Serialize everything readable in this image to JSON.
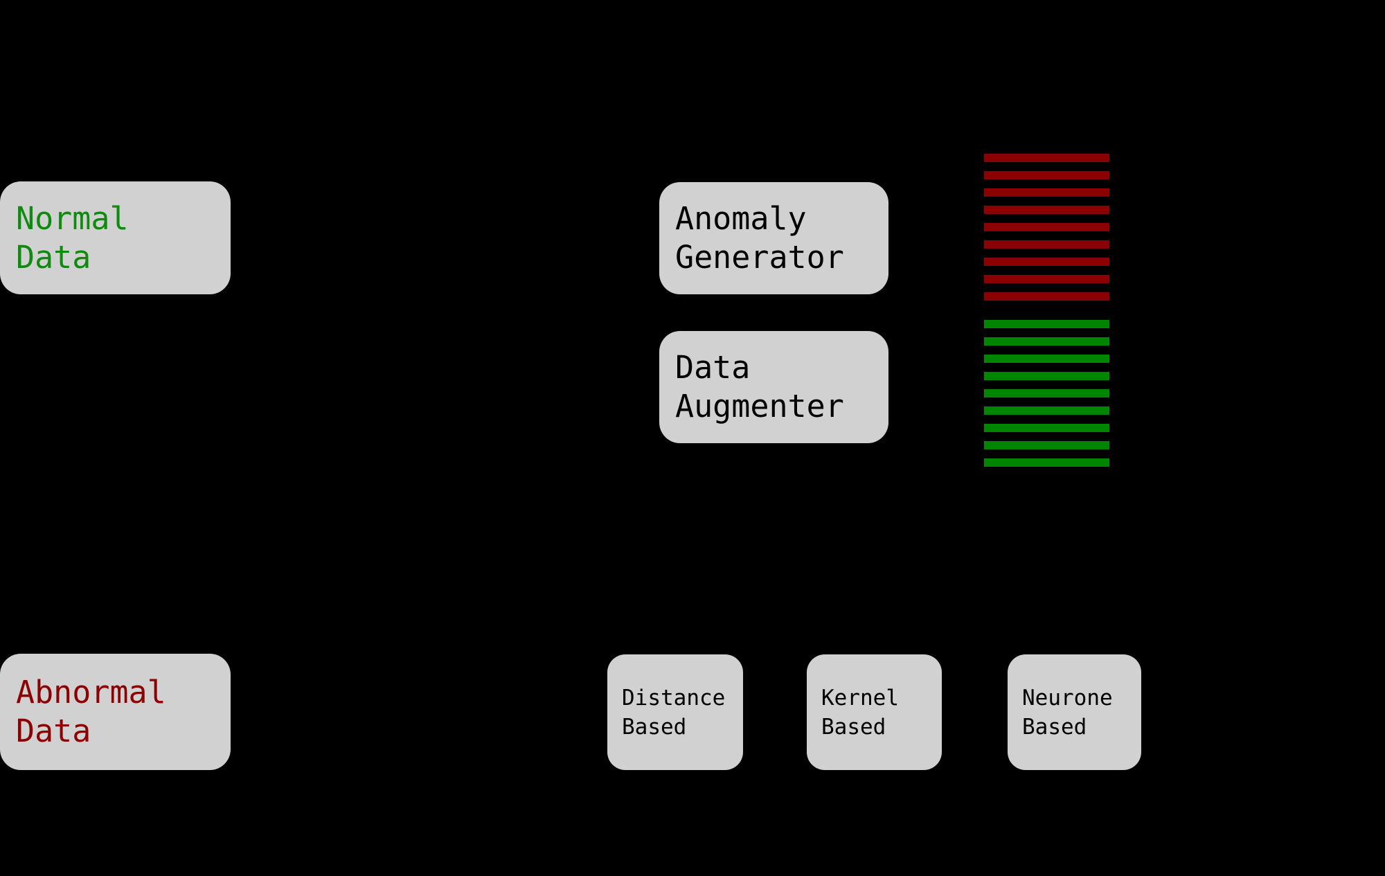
{
  "canvas": {
    "background": "#000000",
    "node_fill": "#d1d1d1"
  },
  "nodes": {
    "normal_data": {
      "line1": "Normal",
      "line2": "Data",
      "text_color": "#0e8b0e"
    },
    "abnormal_data": {
      "line1": "Abnormal",
      "line2": "Data",
      "text_color": "#8b0000"
    },
    "anomaly_generator": {
      "line1": "Anomaly",
      "line2": "Generator",
      "text_color": "#000000"
    },
    "data_augmenter": {
      "line1": "Data",
      "line2": "Augmenter",
      "text_color": "#000000"
    },
    "distance_based": {
      "line1": "Distance",
      "line2": "Based",
      "text_color": "#000000"
    },
    "kernel_based": {
      "line1": "Kernel",
      "line2": "Based",
      "text_color": "#000000"
    },
    "neurone_based": {
      "line1": "Neurone",
      "line2": "Based",
      "text_color": "#000000"
    }
  },
  "stripes": {
    "abnormal_group": {
      "count": 9,
      "color": "#8b0000",
      "meaning": "generated abnormal data rows"
    },
    "normal_group": {
      "count": 9,
      "color": "#008500",
      "meaning": "augmented normal data rows"
    }
  }
}
